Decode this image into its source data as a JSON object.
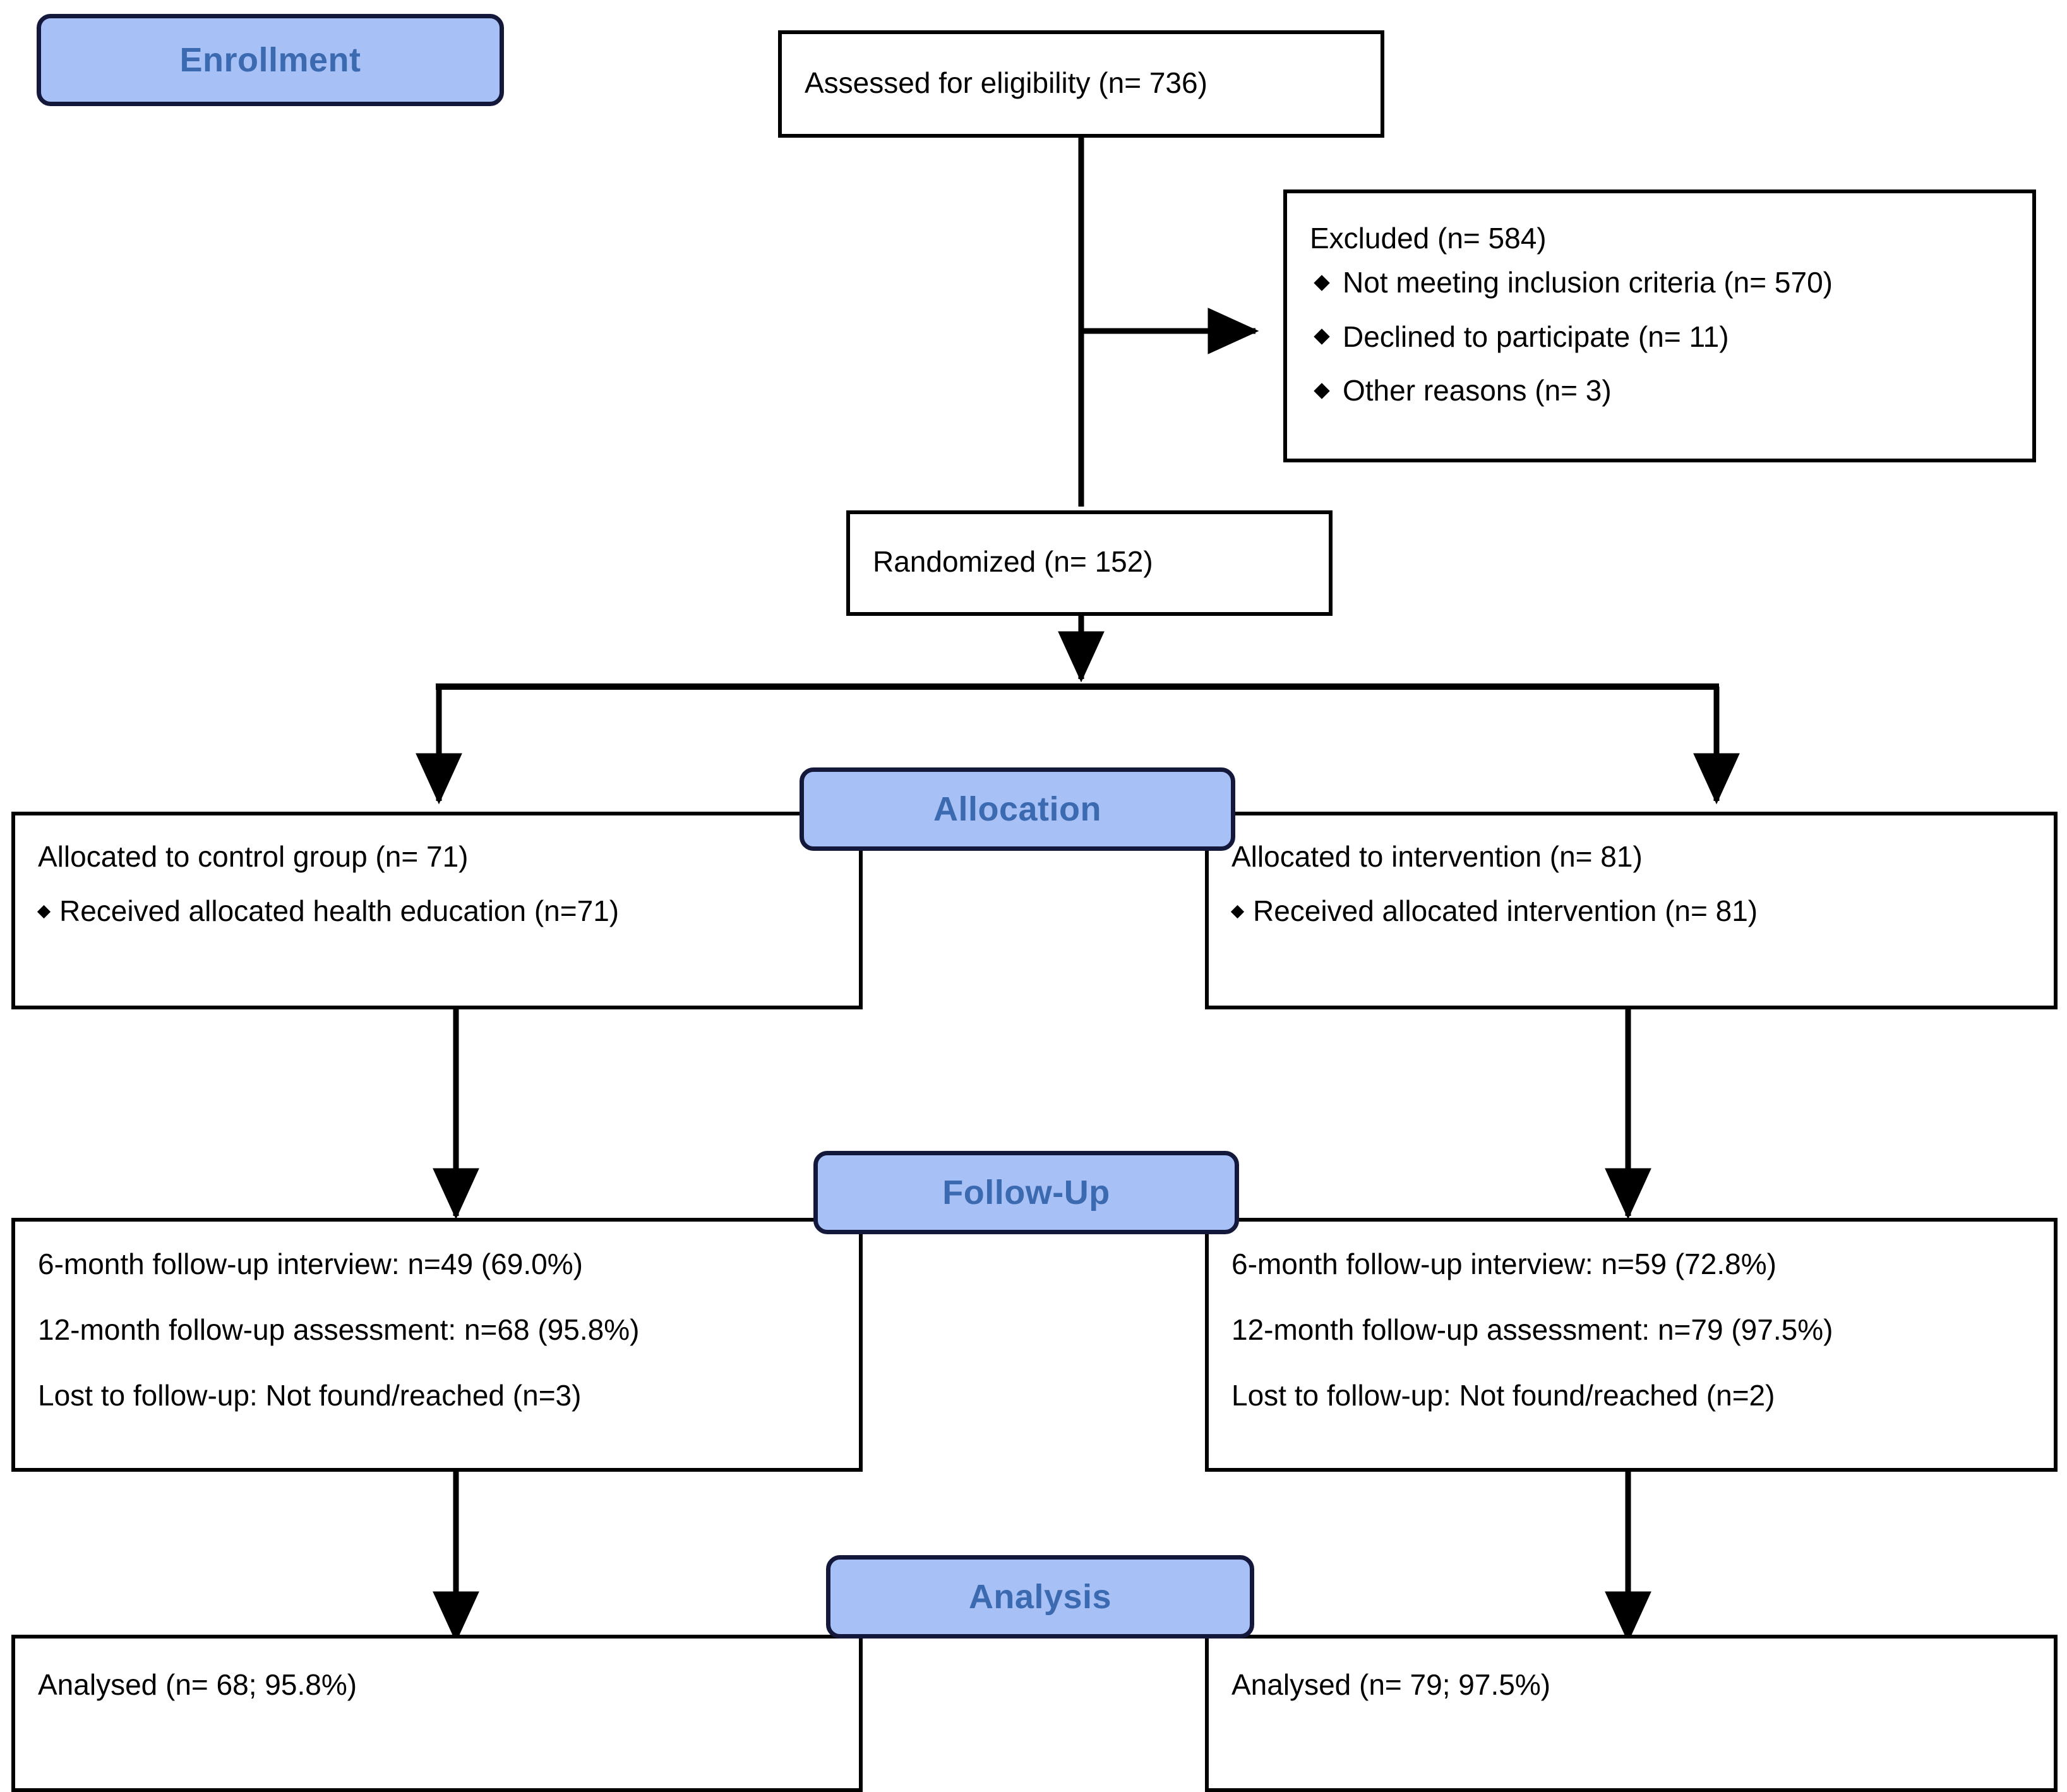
{
  "diagram": {
    "title": "CONSORT participant flow diagram",
    "accent_blue_fill": "#a7c0f5",
    "accent_blue_border": "#14193c",
    "accent_blue_text": "#3c6ab0",
    "box_border": "#000000",
    "box_fill": "#ffffff"
  },
  "stages": {
    "enrollment": "Enrollment",
    "allocation": "Allocation",
    "followup": "Follow-Up",
    "analysis": "Analysis"
  },
  "nodes": {
    "assessed": {
      "text": "Assessed for eligibility (n= 736)"
    },
    "excluded": {
      "heading": "Excluded  (n= 584)",
      "reasons": [
        "Not meeting inclusion criteria (n= 570)",
        "Declined to participate (n= 11)",
        "Other reasons (n= 3)"
      ]
    },
    "randomized": {
      "text": "Randomized (n= 152)"
    },
    "allocated_control": {
      "heading": "Allocated to control group (n= 71)",
      "items": [
        "Received allocated health education (n=71)"
      ]
    },
    "allocated_intervention": {
      "heading": "Allocated to intervention (n= 81)",
      "items": [
        "Received allocated intervention (n= 81)"
      ]
    },
    "followup_control": {
      "line1": "6-month follow-up interview: n=49 (69.0%)",
      "line2": "12-month follow-up assessment: n=68 (95.8%)",
      "line3": "Lost to follow-up: Not found/reached (n=3)"
    },
    "followup_intervention": {
      "line1": "6-month follow-up interview: n=59 (72.8%)",
      "line2": "12-month follow-up assessment: n=79 (97.5%)",
      "line3": "Lost to follow-up: Not found/reached (n=2)"
    },
    "analysed_control": {
      "text": "Analysed  (n= 68; 95.8%)"
    },
    "analysed_intervention": {
      "text": "Analysed  (n= 79; 97.5%)"
    }
  }
}
